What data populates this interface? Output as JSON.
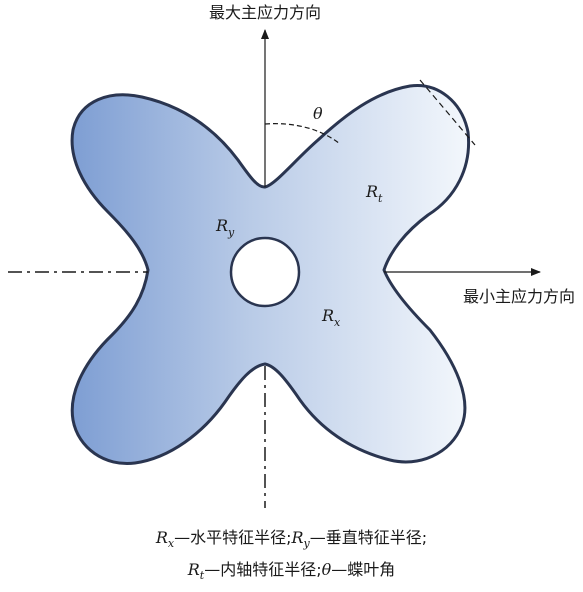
{
  "labels": {
    "max_stress_direction": "最大主应力方向",
    "min_stress_direction": "最小主应力方向",
    "theta": "θ",
    "r_t": {
      "main": "R",
      "sub": "t"
    },
    "r_y": {
      "main": "R",
      "sub": "y"
    },
    "r_x": {
      "main": "R",
      "sub": "x"
    }
  },
  "caption": {
    "line1": {
      "rx_var": "R",
      "rx_sub": "x",
      "rx_text": "—水平特征半径;",
      "ry_var": "R",
      "ry_sub": "y",
      "ry_text": "—垂直特征半径;"
    },
    "line2": {
      "rt_var": "R",
      "rt_sub": "t",
      "rt_text": "—内轴特征半径;",
      "theta_var": "θ",
      "theta_text": "—蝶叶角"
    }
  },
  "colors": {
    "fill_left": "#7e9ed3",
    "fill_right": "#f3f7fc",
    "outline": "#2a3550",
    "lines": "#1a1a1a"
  }
}
